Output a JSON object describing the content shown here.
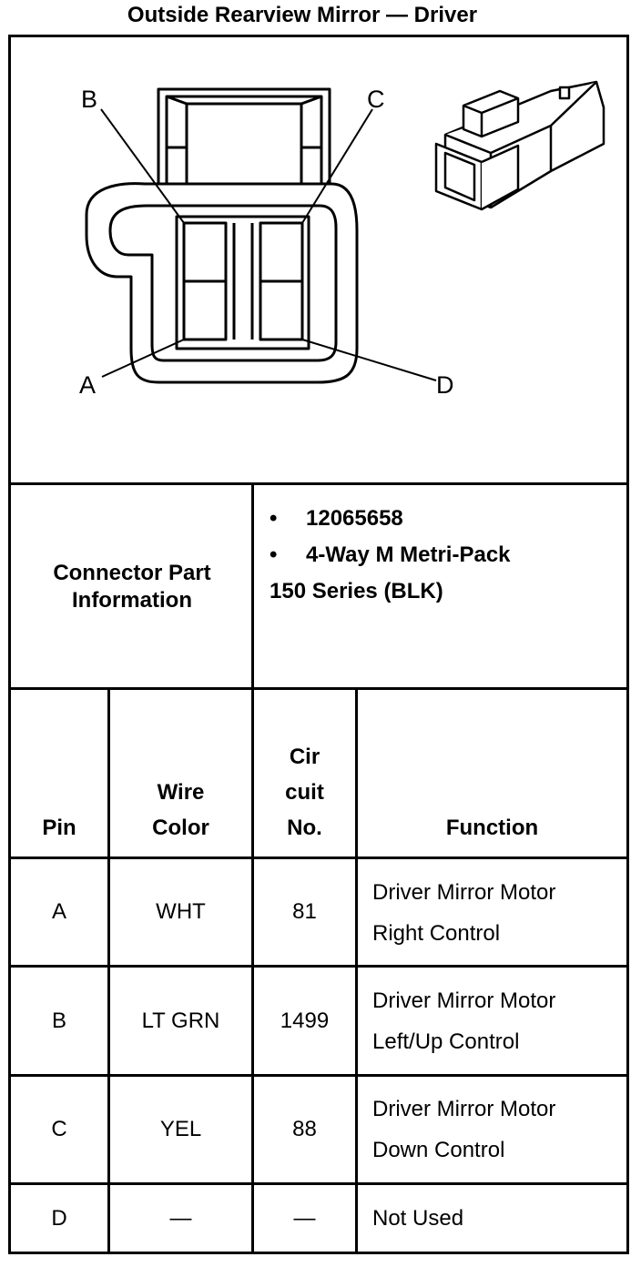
{
  "title": "Outside Rearview Mirror — Driver",
  "diagram": {
    "pin_labels": {
      "a": "A",
      "b": "B",
      "c": "C",
      "d": "D"
    }
  },
  "connector_info": {
    "label_line1": "Connector Part",
    "label_line2": "Information",
    "part_number": "12065658",
    "description_line1": "4-Way M Metri-Pack",
    "description_line2": "150 Series (BLK)"
  },
  "table": {
    "headers": {
      "pin": "Pin",
      "wire_color_line1": "Wire",
      "wire_color_line2": "Color",
      "circuit_line1": "Cir",
      "circuit_line2": "cuit",
      "circuit_line3": "No.",
      "function": "Function"
    },
    "rows": [
      {
        "pin": "A",
        "wire_color": "WHT",
        "circuit": "81",
        "function_line1": "Driver Mirror Motor",
        "function_line2": "Right Control"
      },
      {
        "pin": "B",
        "wire_color": "LT GRN",
        "circuit": "1499",
        "function_line1": "Driver Mirror Motor",
        "function_line2": "Left/Up Control"
      },
      {
        "pin": "C",
        "wire_color": "YEL",
        "circuit": "88",
        "function_line1": "Driver Mirror Motor",
        "function_line2": "Down Control"
      },
      {
        "pin": "D",
        "wire_color": "—",
        "circuit": "—",
        "function_line1": "Not Used",
        "function_line2": ""
      }
    ]
  }
}
